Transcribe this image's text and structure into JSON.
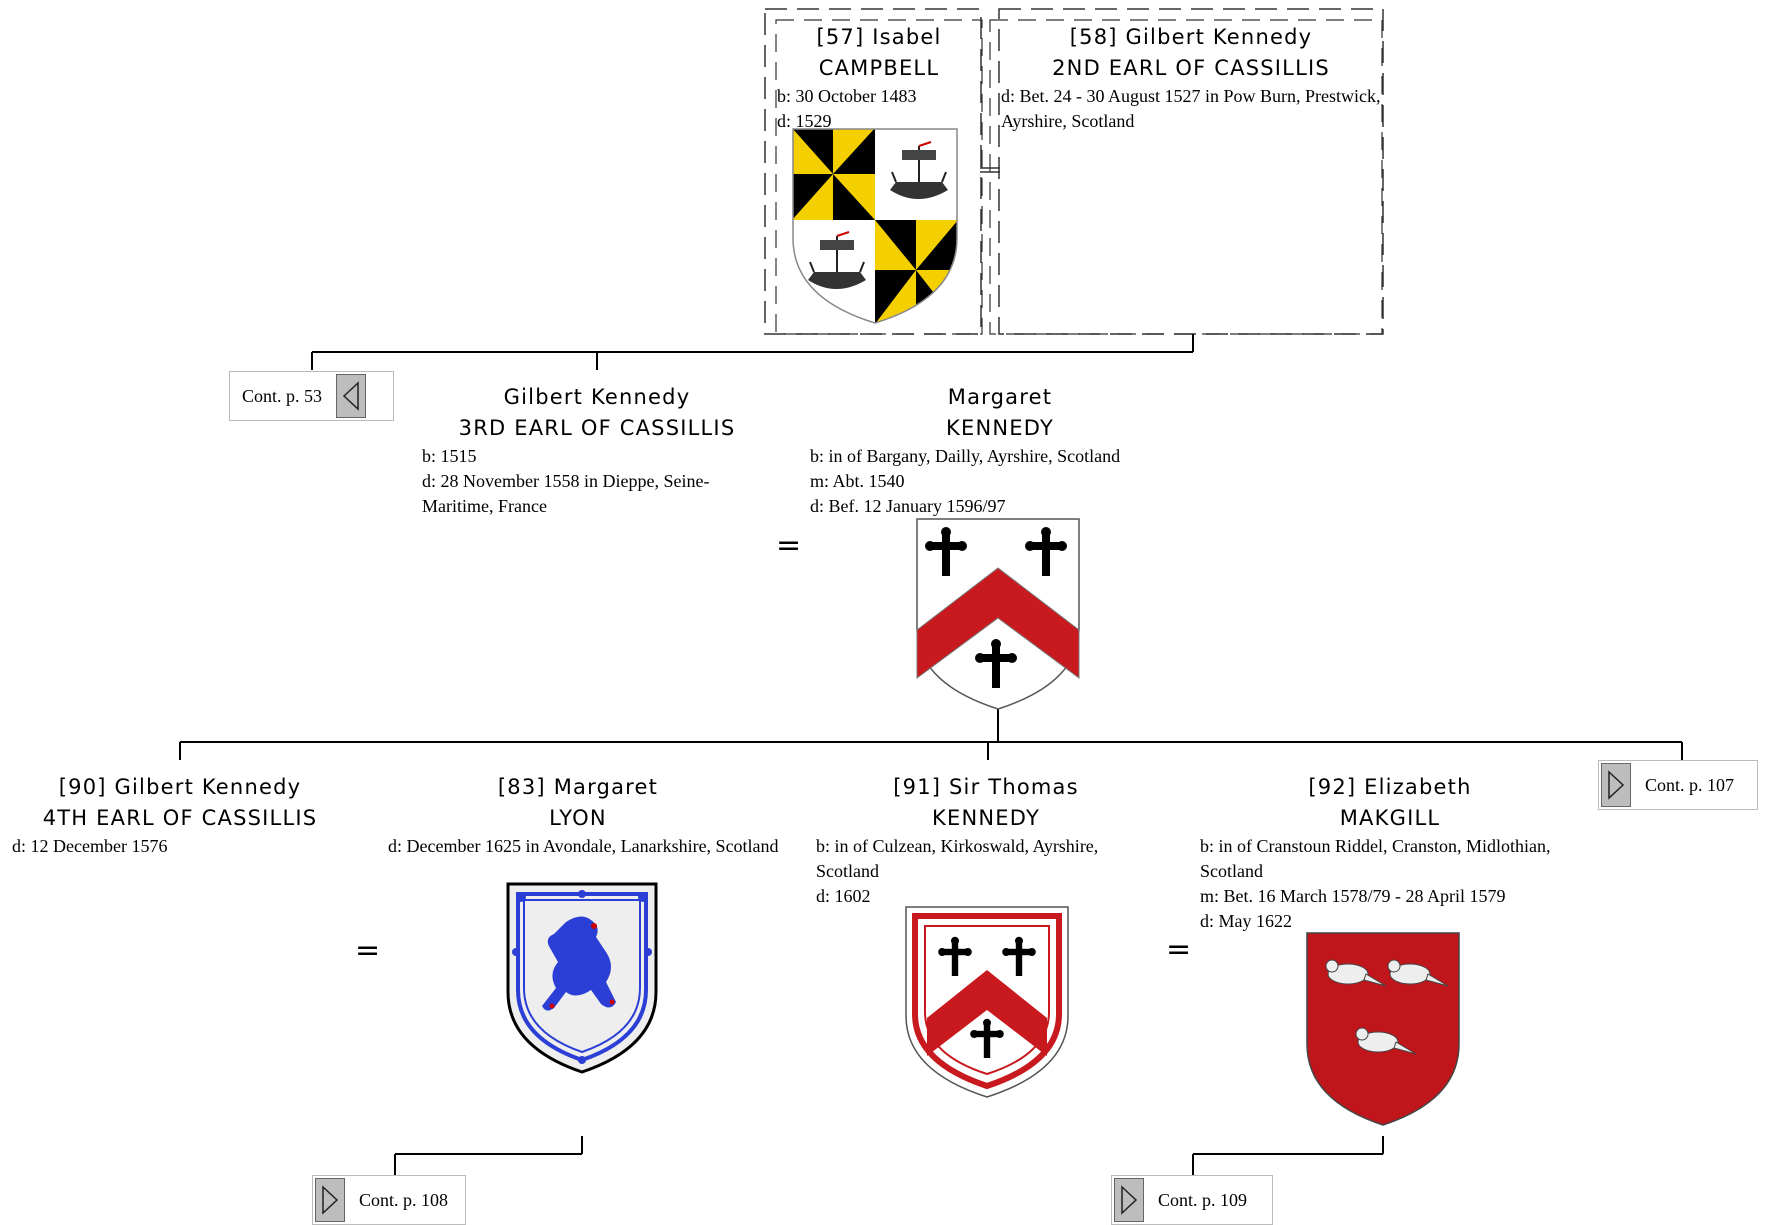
{
  "persons": {
    "isabel": {
      "name": "[57] Isabel",
      "surname": "CAMPBELL",
      "facts": [
        "b: 30 October 1483",
        "d: 1529"
      ]
    },
    "gilbert2": {
      "name": "[58] Gilbert Kennedy",
      "surname": "2ND EARL OF CASSILLIS",
      "facts": [
        "d: Bet. 24 - 30 August 1527 in Pow Burn, Prestwick, Ayrshire, Scotland"
      ]
    },
    "gilbert3": {
      "name": "Gilbert Kennedy",
      "surname": "3RD EARL OF CASSILLIS",
      "facts": [
        "b: 1515",
        "d: 28 November 1558 in Dieppe, Seine-Maritime, France"
      ]
    },
    "margaret_k": {
      "name": "Margaret",
      "surname": "KENNEDY",
      "facts": [
        "b: in of Bargany, Dailly, Ayrshire, Scotland",
        "m: Abt. 1540",
        "d: Bef. 12 January 1596/97"
      ]
    },
    "gilbert4": {
      "name": "[90] Gilbert Kennedy",
      "surname": "4TH EARL OF CASSILLIS",
      "facts": [
        "d: 12 December 1576"
      ]
    },
    "margaret_l": {
      "name": "[83] Margaret",
      "surname": "LYON",
      "facts": [
        "d: December 1625 in Avondale, Lanarkshire, Scotland"
      ]
    },
    "thomas": {
      "name": "[91] Sir Thomas",
      "surname": "KENNEDY",
      "facts": [
        "b: in of Culzean, Kirkoswald, Ayrshire, Scotland",
        "d: 1602"
      ]
    },
    "elizabeth": {
      "name": "[92] Elizabeth",
      "surname": "MAKGILL",
      "facts": [
        "b: in of Cranstoun Riddel, Cranston, Midlothian, Scotland",
        "m: Bet. 16 March 1578/79 - 28 April 1579",
        "d: May 1622"
      ]
    }
  },
  "marriage_symbol": "=",
  "continuations": {
    "p53": "Cont. p. 53",
    "p107": "Cont. p. 107",
    "p108": "Cont. p. 108",
    "p109": "Cont. p. 109"
  },
  "colors": {
    "campbell_gold": "#f5d000",
    "kennedy_red": "#c8191e",
    "lyon_blue": "#2b3fd6",
    "makgill_red": "#c0161b",
    "arrow_grey": "#bdbdbd"
  }
}
